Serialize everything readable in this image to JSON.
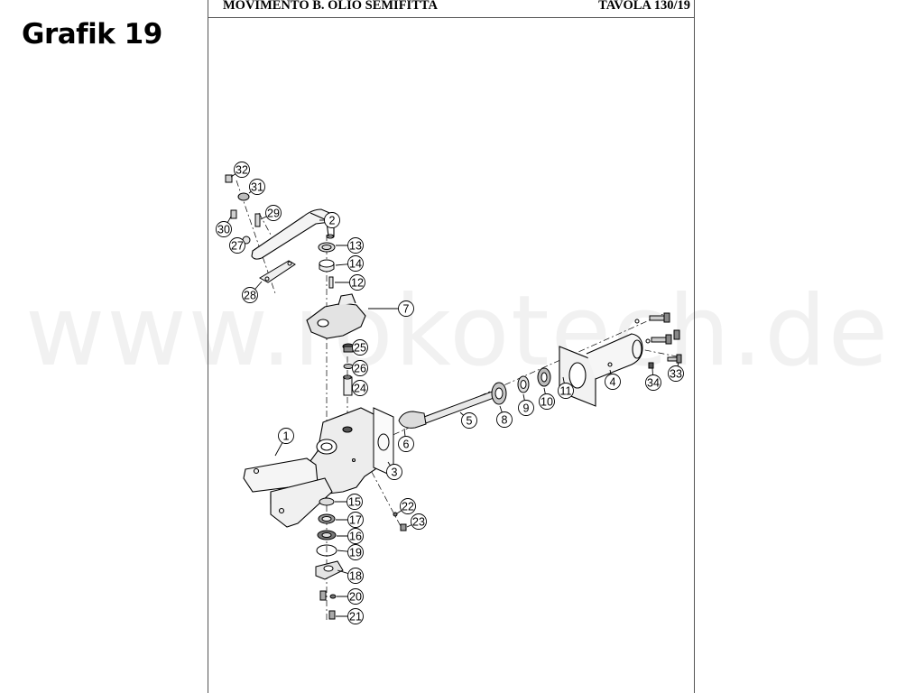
{
  "page_label": "Grafik 19",
  "sheet": {
    "title": "MOVIMENTO B. OLIO SEMIFITTA",
    "table": "TAVOLA 130/19"
  },
  "watermark": "www.rokotech.de",
  "callouts": [
    "1",
    "2",
    "3",
    "4",
    "5",
    "6",
    "7",
    "8",
    "9",
    "10",
    "11",
    "12",
    "13",
    "14",
    "15",
    "16",
    "17",
    "18",
    "19",
    "20",
    "21",
    "22",
    "23",
    "24",
    "25",
    "26",
    "27",
    "28",
    "29",
    "30",
    "31",
    "32",
    "33",
    "34"
  ]
}
